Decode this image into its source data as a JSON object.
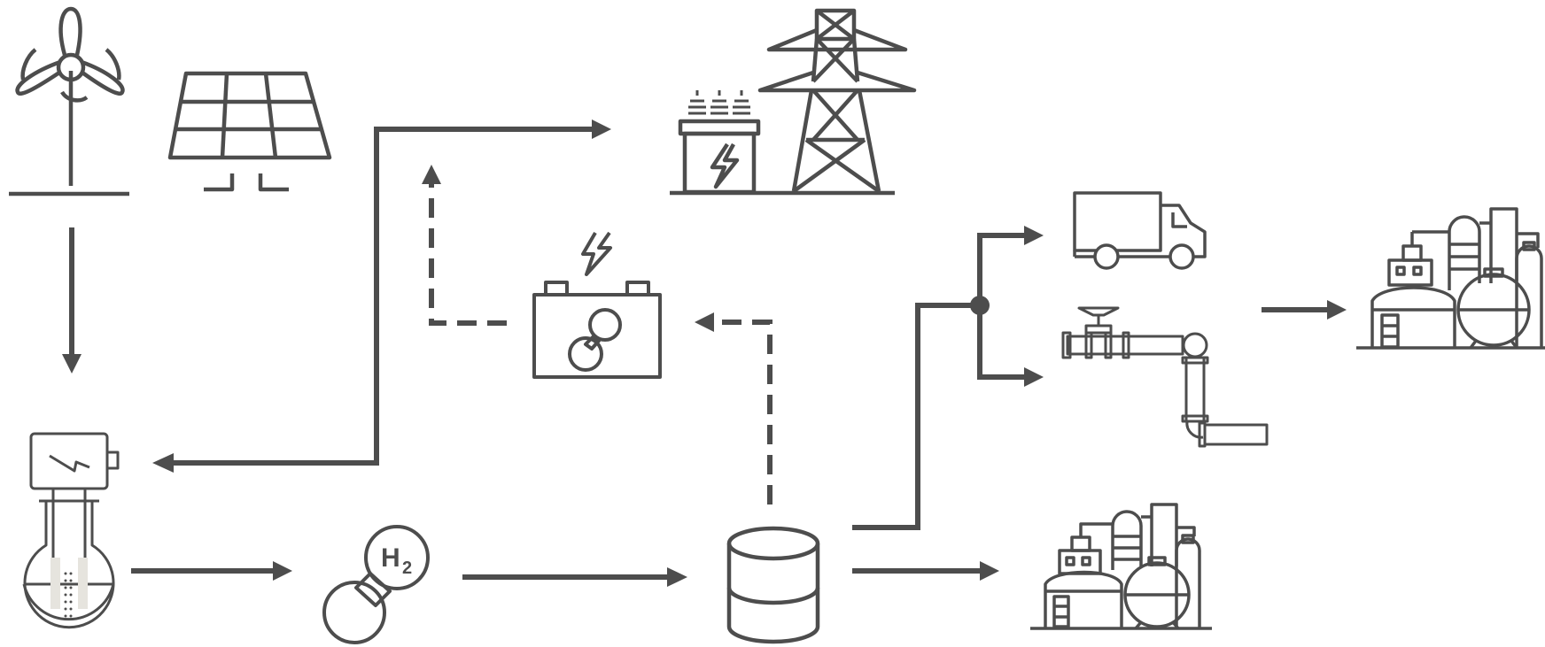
{
  "colors": {
    "ink": "#4d4d4d",
    "light": "#e6e4de",
    "background": "#ffffff"
  },
  "icons": [
    "wind-turbine-icon",
    "solar-panel-icon",
    "substation-icon",
    "power-pylon-icon",
    "battery-icon",
    "electrolyzer-icon",
    "hydrogen-molecule-icon",
    "storage-tank-icon",
    "truck-icon",
    "pipeline-icon",
    "industrial-plant-icon"
  ],
  "labels": {
    "hydrogen_symbol": "H",
    "hydrogen_subscript": "2"
  },
  "flows": [
    {
      "from": "wind-turbine",
      "to": "electrolyzer",
      "style": "solid"
    },
    {
      "from": "power-grid",
      "to": "electrolyzer",
      "style": "solid"
    },
    {
      "from": "electrolyzer",
      "to": "hydrogen",
      "style": "solid"
    },
    {
      "from": "hydrogen",
      "to": "storage-tank",
      "style": "solid"
    },
    {
      "from": "storage-tank",
      "to": "fuel-cell",
      "style": "dashed"
    },
    {
      "from": "fuel-cell",
      "to": "power-grid",
      "style": "dashed"
    },
    {
      "from": "storage-tank",
      "to": "truck",
      "style": "solid"
    },
    {
      "from": "storage-tank",
      "to": "pipeline",
      "style": "solid"
    },
    {
      "from": "storage-tank",
      "to": "industrial-plant",
      "style": "solid"
    },
    {
      "from": "distribution",
      "to": "industrial-plant",
      "style": "solid"
    }
  ]
}
